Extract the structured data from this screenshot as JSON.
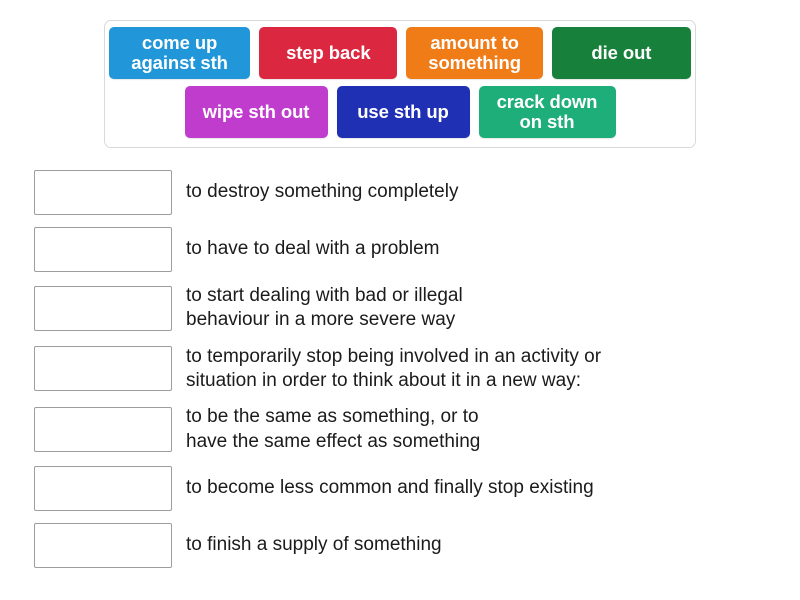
{
  "activity": {
    "type": "match-up",
    "tray": {
      "tiles": [
        {
          "label": "come up\nagainst sth",
          "color": "#2196d8"
        },
        {
          "label": "step back",
          "color": "#dc2740"
        },
        {
          "label": "amount to\nsomething",
          "color": "#f07c18"
        },
        {
          "label": "die out",
          "color": "#17803a"
        },
        {
          "label": "wipe sth out",
          "color": "#c03ccd"
        },
        {
          "label": "use sth up",
          "color": "#1f30b5"
        },
        {
          "label": "crack down\non sth",
          "color": "#1eae79"
        }
      ]
    },
    "rows": [
      {
        "answer": "",
        "definition": "to destroy something completely"
      },
      {
        "answer": "",
        "definition": "to have to deal with a problem"
      },
      {
        "answer": "",
        "definition": "to start dealing with bad or illegal\nbehaviour in a more severe way"
      },
      {
        "answer": "",
        "definition": "to temporarily stop being involved in an activity or\nsituation in order to think about it in a new way:"
      },
      {
        "answer": "",
        "definition": "to be the same as something, or to\nhave the same effect as something"
      },
      {
        "answer": "",
        "definition": "to become less common and finally stop existing"
      },
      {
        "answer": "",
        "definition": "to finish a supply of something"
      }
    ]
  }
}
